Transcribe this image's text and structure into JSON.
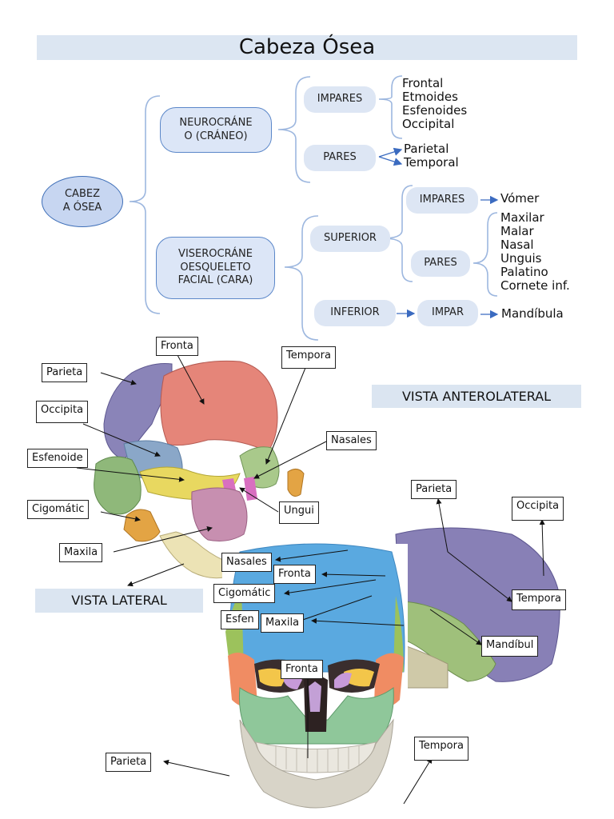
{
  "title": "Cabeza Ósea",
  "root": "CABEZ\nA ÓSEA",
  "neuro": {
    "label": "NEUROCRÁNE\nO (CRÁNEO)",
    "impares_label": "IMPARES",
    "impares_items": [
      "Frontal",
      "Etmoides",
      "Esfenoides",
      "Occipital"
    ],
    "pares_label": "PARES",
    "pares_items": [
      "Parietal",
      "Temporal"
    ]
  },
  "viscero": {
    "label": "VISEROCRÁNE\nOESQUELETO\nFACIAL (CARA)",
    "superior_label": "SUPERIOR",
    "sup_impares_label": "IMPARES",
    "sup_impares_item": "Vómer",
    "sup_pares_label": "PARES",
    "sup_pares_items": [
      "Maxilar",
      "Malar",
      "Nasal",
      "Unguis",
      "Palatino",
      "Cornete inf."
    ],
    "inferior_label": "INFERIOR",
    "impar_label": "IMPAR",
    "impar_item": "Mandíbula"
  },
  "views": {
    "anterolateral": "VISTA ANTEROLATERAL",
    "lateral": "VISTA LATERAL"
  },
  "anterolateral_labels": {
    "fronta": "Fronta",
    "parieta": "Parieta",
    "tempora": "Tempora",
    "occipita": "Occipita",
    "nasales": "Nasales",
    "esfenoide": "Esfenoide",
    "cigomatic": "Cigomátic",
    "ungui": "Ungui",
    "maxila": "Maxila"
  },
  "front_labels": {
    "nasales": "Nasales",
    "fronta_upper": "Fronta",
    "cigomatic": "Cigomátic",
    "esfen": "Esfen",
    "maxila": "Maxila",
    "fronta_lower": "Fronta",
    "parieta": "Parieta",
    "tempora": "Tempora"
  },
  "lateral_labels": {
    "parieta": "Parieta",
    "occipita": "Occipita",
    "tempora": "Tempora",
    "mandibul": "Mandíbul"
  }
}
